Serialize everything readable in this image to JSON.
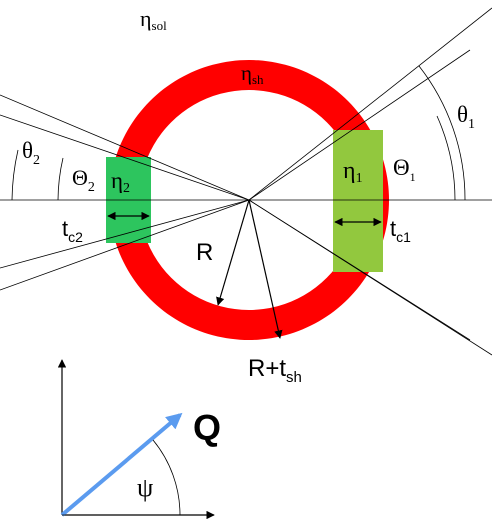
{
  "colors": {
    "shell": "#ff0000",
    "core1": "#92c83e",
    "core2": "#2dc55e",
    "q_vector": "#5b9bef",
    "ink": "#000000"
  },
  "labels": {
    "eta": "η",
    "eta_sol_sub": "sol",
    "eta_sh_sub": "sh",
    "eta1_sub": "1",
    "eta2_sub": "2",
    "theta_small": "θ",
    "theta1_sub": "1",
    "theta2_sub": "2",
    "theta_big": "Θ",
    "Theta1_sub": "1",
    "Theta2_sub": "2",
    "t": "t",
    "tc1_sub": "c1",
    "tc2_sub": "c2",
    "R": "R",
    "R_plus_tsh": "R+t",
    "tsh_sub": "sh",
    "Q": "Q",
    "psi": "ψ"
  }
}
